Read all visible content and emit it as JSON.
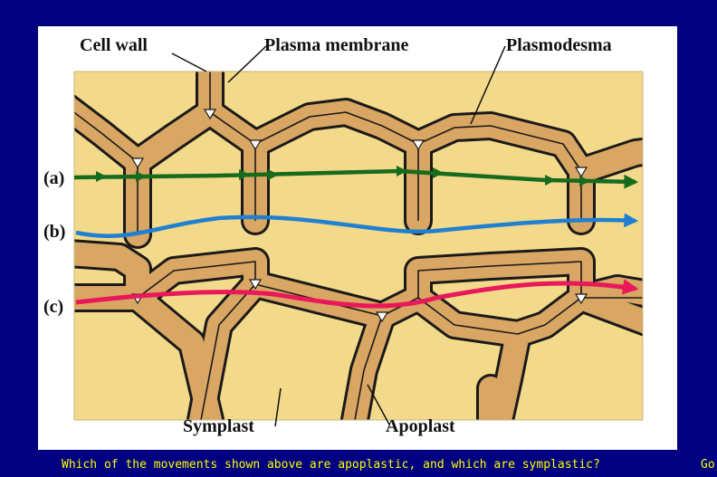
{
  "labels": {
    "cell_wall": "Cell wall",
    "plasma_membrane": "Plasma membrane",
    "plasmodesma": "Plasmodesma",
    "path_a": "(a)",
    "path_b": "(b)",
    "path_c": "(c)",
    "symplast": "Symplast",
    "apoplast": "Apoplast"
  },
  "caption": "Which of the movements shown above are apoplastic, and which are symplastic?",
  "corner_text": "Go",
  "colors": {
    "background": "#000080",
    "caption_text": "#ffff00",
    "cytoplasm": "#f3d98a",
    "cell_wall": "#d9a663",
    "membrane": "#1a1a1a",
    "path_a": "#176b1d",
    "path_b": "#1f7fd0",
    "path_c": "#e8185a"
  }
}
